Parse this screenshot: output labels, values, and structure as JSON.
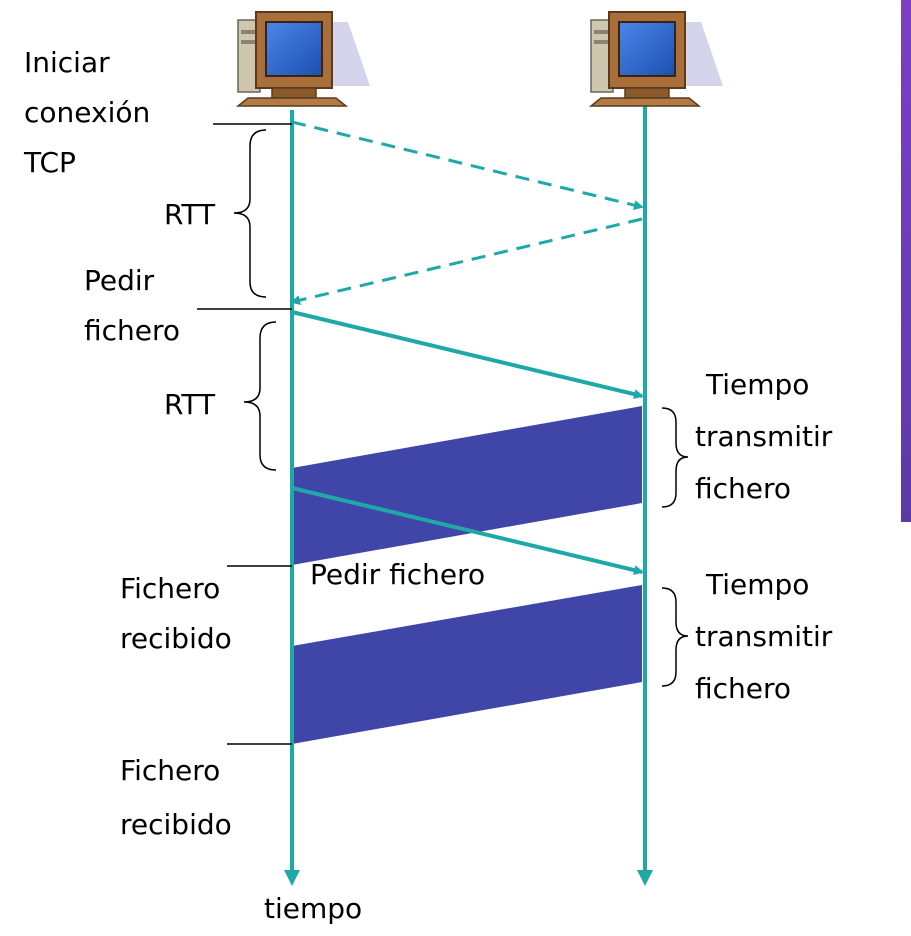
{
  "labels": {
    "start_connection": [
      "Iniciar",
      "conexión",
      "TCP"
    ],
    "rtt_1": "RTT",
    "request_file_1": [
      "Pedir",
      "fichero"
    ],
    "rtt_2": "RTT",
    "transmit_time_1": [
      "Tiempo",
      "transmitir",
      "fichero"
    ],
    "request_file_2": "Pedir fichero",
    "file_received_1": [
      "Fichero",
      "recibido"
    ],
    "transmit_time_2": [
      "Tiempo",
      "transmitir",
      "fichero"
    ],
    "file_received_2": [
      "Fichero",
      "recibido"
    ],
    "time_axis": "tiempo"
  },
  "colors": {
    "timeline": "#1fa8a8",
    "transmission_band": "#4046a8",
    "side_bar": "#6f3fb8",
    "text": "#000000"
  },
  "icons": {
    "client": "desktop-computer-icon",
    "server": "desktop-computer-icon"
  }
}
